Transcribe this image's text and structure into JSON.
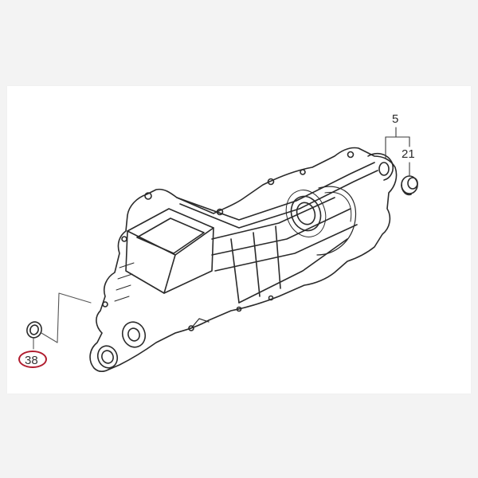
{
  "diagram": {
    "type": "exploded-parts-diagram",
    "subject": "engine crankcase (left half)",
    "background_color": "#f3f3f3",
    "panel_color": "#ffffff",
    "line_color": "#2a2a2a",
    "highlight_color": "#b01c2e",
    "callouts": [
      {
        "id": "5",
        "label": "5",
        "part": "crankcase assembly (bracket)",
        "highlighted": false
      },
      {
        "id": "21",
        "label": "21",
        "part": "bushing / rubber mount",
        "highlighted": false
      },
      {
        "id": "38",
        "label": "38",
        "part": "oil seal / washer ring",
        "highlighted": true
      }
    ]
  }
}
